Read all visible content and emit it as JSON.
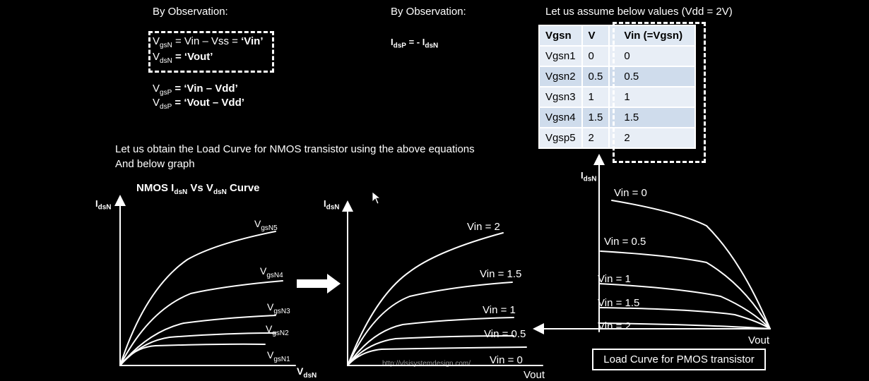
{
  "left_panel": {
    "title": "By Observation:",
    "eq1": "= Vin – Vss = ",
    "eq1_bold": "‘Vin’",
    "eq2_bold": "= ‘Vout’",
    "eq3_bold": "= ‘Vin – Vdd’",
    "eq4_bold": "= ‘Vout – Vdd’",
    "sym_V": "V",
    "sub_gsN": "gsN",
    "sub_dsN": "dsN",
    "sub_gsP": "gsP",
    "sub_dsP": "dsP"
  },
  "middle_panel": {
    "title": "By Observation:",
    "eq": "= - I",
    "sym_I": "I",
    "sub_dsP": "dsP",
    "sub_dsN": "dsN"
  },
  "table_panel": {
    "title": "Let us assume below values (Vdd = 2V)",
    "headers": [
      "Vgsn",
      "V",
      "Vin (=Vgsn)"
    ],
    "rows": [
      [
        "Vgsn1",
        "0",
        "0"
      ],
      [
        "Vgsn2",
        "0.5",
        "0.5"
      ],
      [
        "Vgsn3",
        "1",
        "1"
      ],
      [
        "Vgsn4",
        "1.5",
        "1.5"
      ],
      [
        "Vgsp5",
        "2",
        "2"
      ]
    ]
  },
  "instruction": {
    "line1": "Let us obtain the Load Curve for NMOS transistor using the above equations",
    "line2": "And below graph"
  },
  "graph1": {
    "title_pre": "NMOS I",
    "title_sub1": "dsN",
    "title_mid": " Vs V",
    "title_sub2": "dsN",
    "title_post": " Curve",
    "ylabel": "I",
    "ylabel_sub": "dsN",
    "xlabel": "V",
    "xlabel_sub": "dsN",
    "curve_labels": [
      {
        "main": "V",
        "sub": "gsN5"
      },
      {
        "main": "V",
        "sub": "gsN4"
      },
      {
        "main": "V",
        "sub": "gsN3"
      },
      {
        "main": "V",
        "sub": "gsN2"
      },
      {
        "main": "V",
        "sub": "gsN1"
      }
    ]
  },
  "graph2": {
    "ylabel": "I",
    "ylabel_sub": "dsN",
    "xlabel": "Vout",
    "curve_labels": [
      "Vin = 2",
      "Vin = 1.5",
      "Vin = 1",
      "Vin = 0.5",
      "Vin = 0"
    ]
  },
  "graph3": {
    "ylabel": "I",
    "ylabel_sub": "dsN",
    "xlabel": "Vout",
    "curve_labels": [
      "Vin = 0",
      "Vin = 0.5",
      "Vin = 1",
      "Vin = 1.5",
      "Vin = 2"
    ],
    "caption": "Load Curve for PMOS transistor"
  },
  "watermark": "http://vlsisystemdesign.com/"
}
